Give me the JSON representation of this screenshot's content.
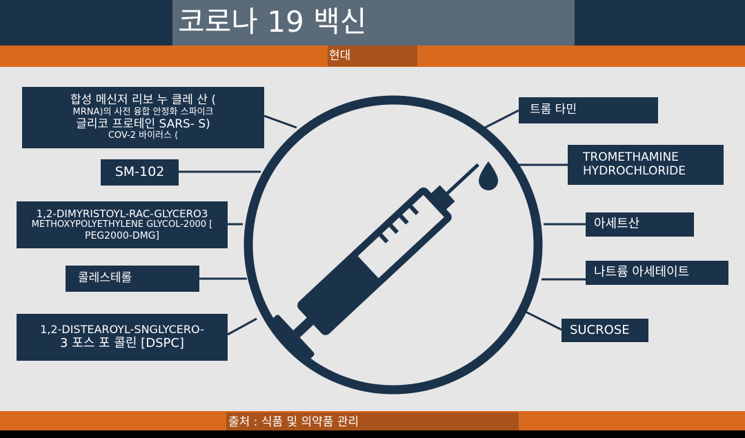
{
  "header": {
    "title": "코로나 19 백신",
    "subtitle": "현대"
  },
  "footer": {
    "source": "출처 : 식품 및 의약품 관리"
  },
  "left_ingredients": [
    {
      "lines": [
        "합성 메신저 리보 누 클레 산 (",
        "MRNA)의 사전 융합 안정화 스파이크",
        "글리코 프로테인 SARS-          S)",
        "COV-2 바이러스 ("
      ]
    },
    {
      "lines": [
        "SM-102"
      ]
    },
    {
      "lines": [
        "1,2-DIMYRISTOYL-RAC-GLYCERO3",
        "METHOXYPOLYETHYLENE GLYCOL-2000 [",
        "PEG2000-DMG]"
      ]
    },
    {
      "lines": [
        "콜레스테롤"
      ]
    },
    {
      "lines": [
        "1,2-DISTEAROYL-SNGLYCERO-",
        "3 포스 포 콜린 [DSPC]"
      ]
    }
  ],
  "right_ingredients": [
    {
      "lines": [
        "트롬 타민"
      ]
    },
    {
      "lines": [
        "TROMETHAMINE",
        "HYDROCHLORIDE"
      ]
    },
    {
      "lines": [
        "아세트산"
      ]
    },
    {
      "lines": [
        "나트륨 아세테이트"
      ]
    },
    {
      "lines": [
        "SUCROSE"
      ]
    }
  ],
  "icon": "syringe-icon",
  "colors": {
    "navy": "#1b324b",
    "orange": "#d96a1d",
    "dark_orange": "#a9521c",
    "background": "#e6e6e6"
  }
}
